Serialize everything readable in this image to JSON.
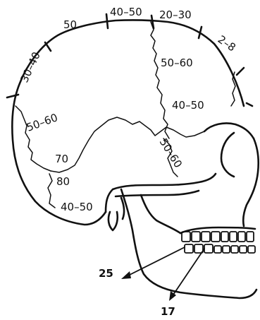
{
  "labels": {
    "frontal_50": "50",
    "bregma_40_50": "40–50",
    "vertex_20_30": "20–30",
    "lambda_2_8": "2–8",
    "coronal_30_40": "30–40",
    "frontal_50_60": "50–60",
    "parietal_50_60": "50–60",
    "occipital_40_50": "40–50",
    "temporal_50_60": "50–60",
    "sphenoid_70": "70",
    "sphenoid_80": "80",
    "pterion_40_50": "40–50",
    "mandible_25": "25",
    "mandible_17": "17"
  },
  "colors": {
    "ink": "#111111",
    "paper": "#ffffff"
  }
}
